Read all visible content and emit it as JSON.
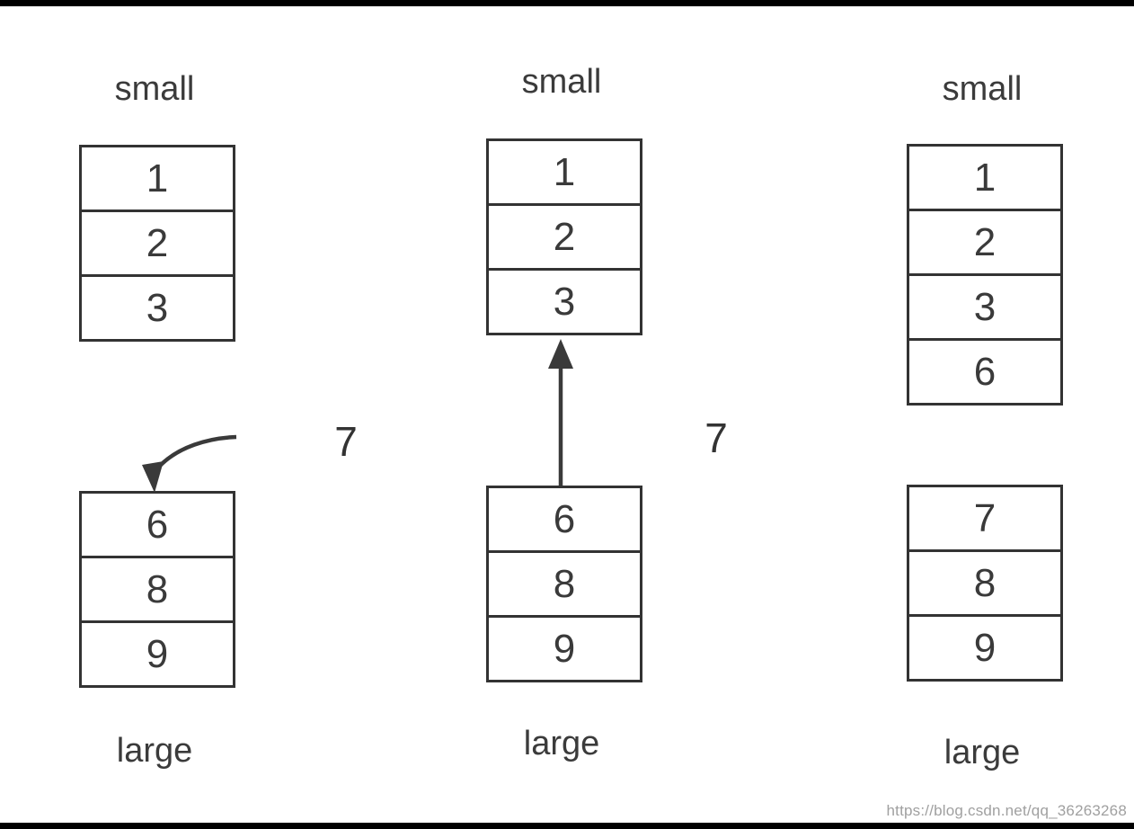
{
  "diagram": {
    "insert_value": "7",
    "panels": [
      {
        "small_label": "small",
        "large_label": "large",
        "small_stack": [
          "1",
          "2",
          "3"
        ],
        "large_stack": [
          "6",
          "8",
          "9"
        ]
      },
      {
        "small_label": "small",
        "large_label": "large",
        "small_stack": [
          "1",
          "2",
          "3"
        ],
        "large_stack": [
          "6",
          "8",
          "9"
        ]
      },
      {
        "small_label": "small",
        "large_label": "large",
        "small_stack": [
          "1",
          "2",
          "3",
          "6"
        ],
        "large_stack": [
          "7",
          "8",
          "9"
        ]
      }
    ]
  },
  "watermark": "https://blog.csdn.net/qq_36263268",
  "colors": {
    "background": "#ffffff",
    "box_border": "#333333",
    "box_fill": "#ffffff",
    "cell_text": "#3a3a3a",
    "label_text": "#3b3b3b",
    "arrow": "#3a3a3a",
    "watermark": "#a0a0a0",
    "edge_bars": "#000000"
  }
}
